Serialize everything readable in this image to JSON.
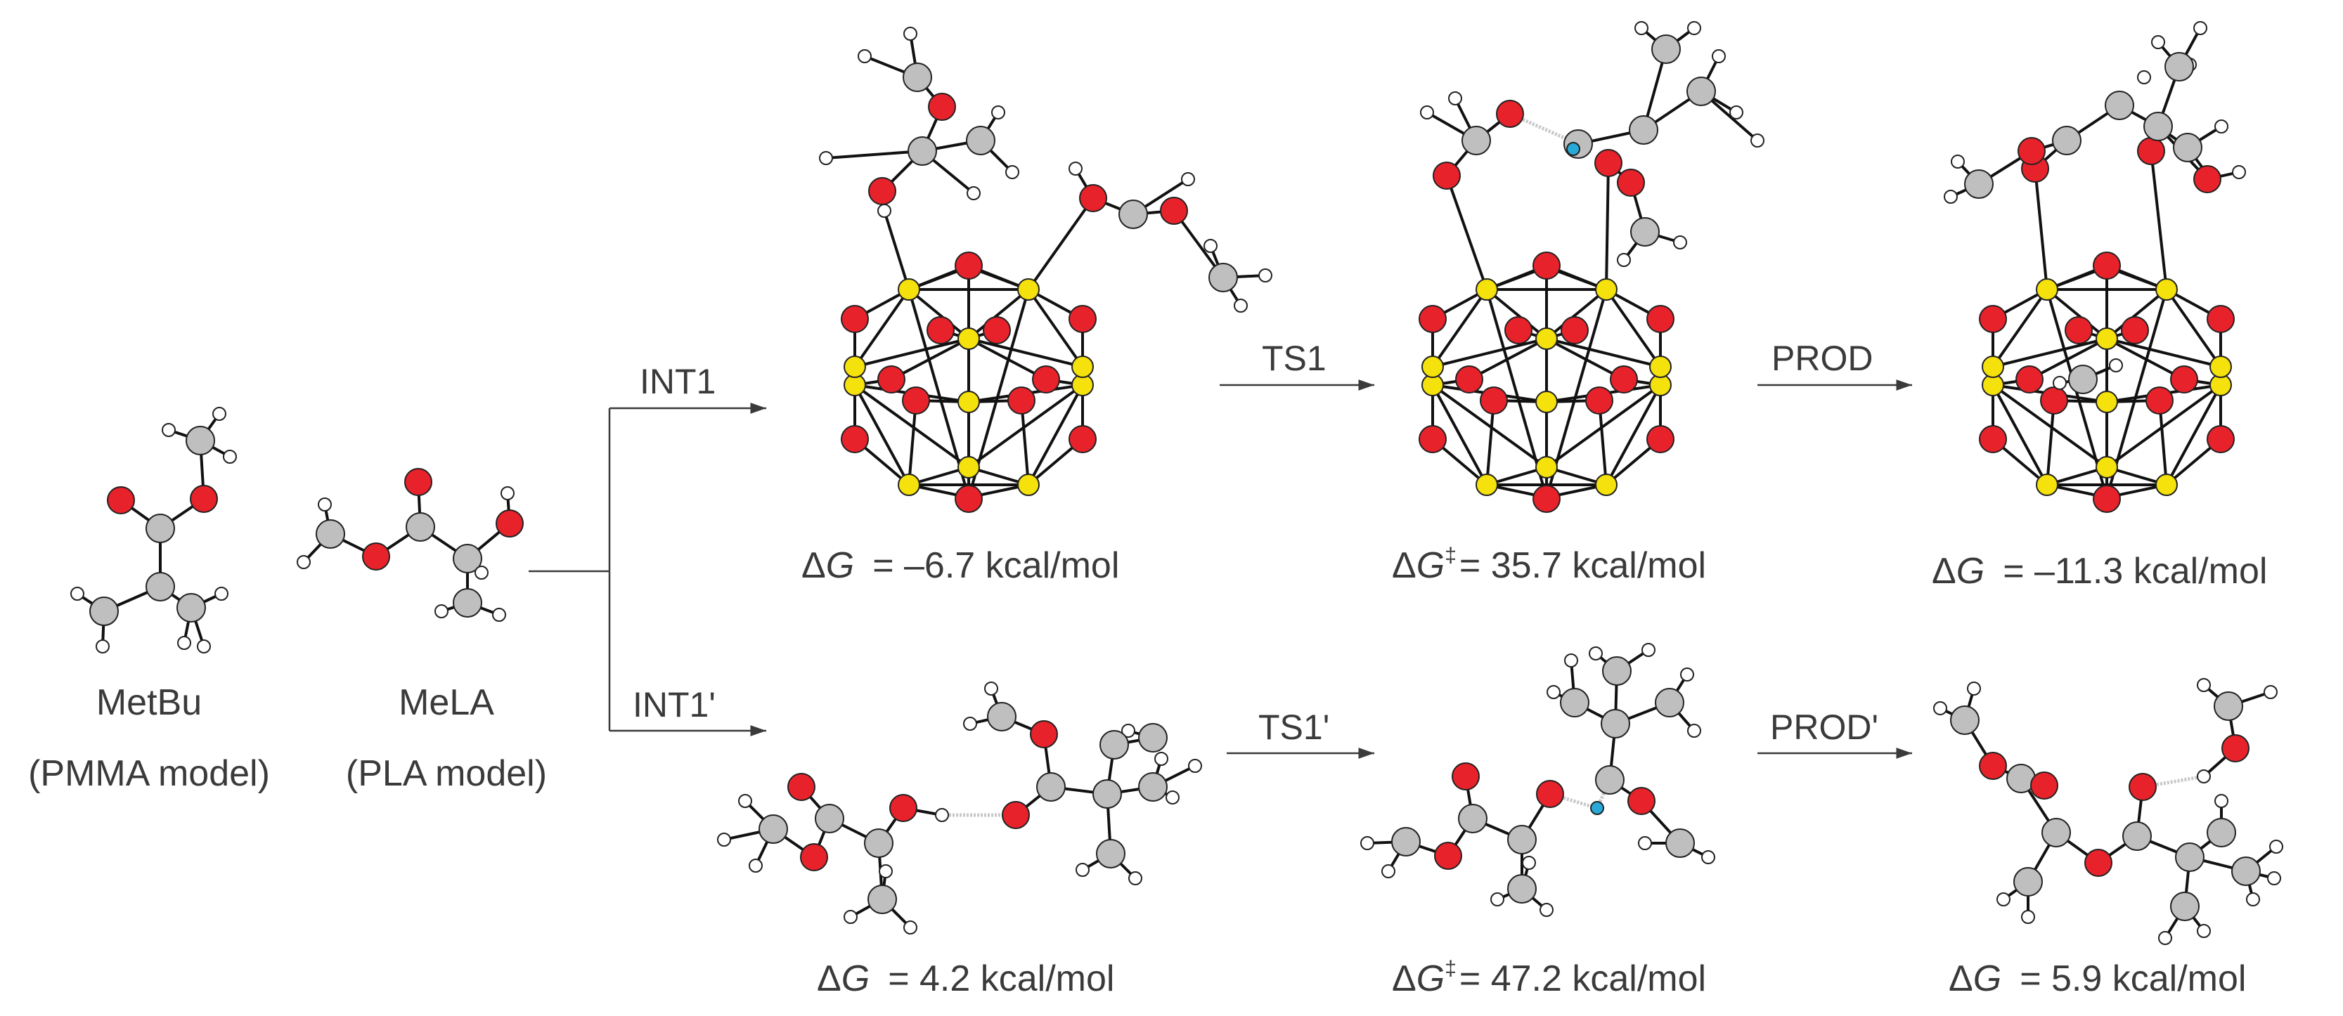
{
  "colors": {
    "oxygen": "#e8222b",
    "carbon": "#bfbfbf",
    "hydrogen": "#ffffff",
    "silicon": "#f5e10c",
    "transfer_h": "#29a9d8",
    "bond": "#111111",
    "hbond": "#c8c8c8",
    "arrow": "#3a3a3a",
    "text": "#3a3a3a"
  },
  "reactants": [
    {
      "name": "MetBu",
      "model": "(PMMA model)"
    },
    {
      "name": "MeLA",
      "model": "(PLA model)"
    }
  ],
  "steps": {
    "int1": "INT1",
    "ts1": "TS1",
    "prod": "PROD",
    "int1p": "INT1'",
    "ts1p": "TS1'",
    "prodp": "PROD'"
  },
  "energies": {
    "symbol": "Δ",
    "g": "G",
    "ddagger": "‡",
    "int1": "= –6.7 kcal/mol",
    "ts1": "= 35.7 kcal/mol",
    "prod": "= –11.3 kcal/mol",
    "int1p": "= 4.2 kcal/mol",
    "ts1p": "= 47.2 kcal/mol",
    "prodp": "= 5.9 kcal/mol"
  },
  "atom_legend_icons": [
    "oxygen-atom-icon",
    "carbon-atom-icon",
    "hydrogen-atom-icon",
    "silicon-atom-icon"
  ]
}
